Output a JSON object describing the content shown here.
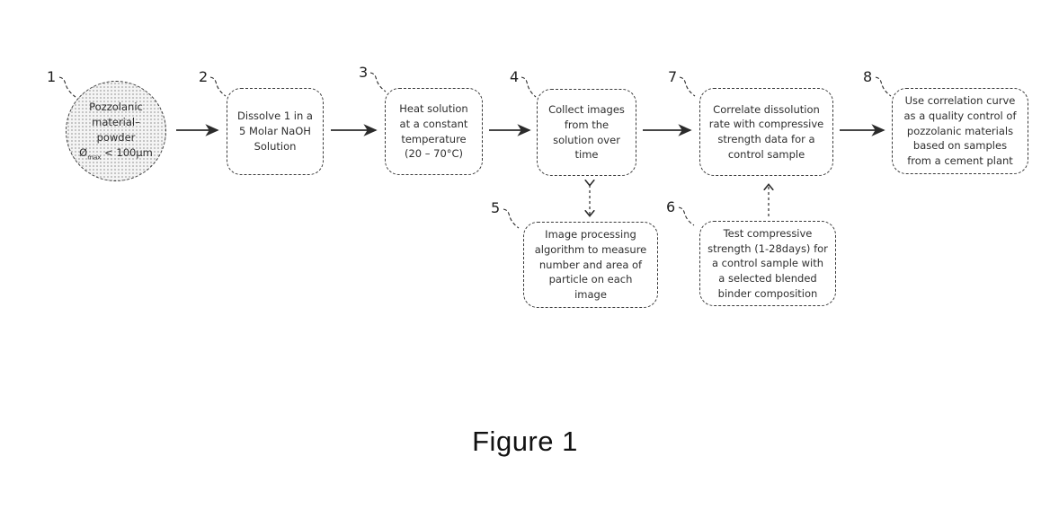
{
  "figure_caption": "Figure 1",
  "colors": {
    "stroke": "#3b3b3b",
    "text": "#2e2e2e"
  },
  "nodes": {
    "n1": {
      "num": "1",
      "line1": "Pozzolanic",
      "line2": "material–",
      "line3": "powder",
      "dia_symbol": "Ø",
      "dia_sub": "max",
      "dia_rest": " < 100µm"
    },
    "n2": {
      "num": "2",
      "text": "Dissolve 1 in a 5 Molar NaOH Solution"
    },
    "n3": {
      "num": "3",
      "text": "Heat solution at a constant temperature (20 – 70°C)"
    },
    "n4": {
      "num": "4",
      "text": "Collect images from the solution over time"
    },
    "n5": {
      "num": "5",
      "text": "Image processing algorithm to measure number and area of particle on each image"
    },
    "n6": {
      "num": "6",
      "text": "Test compressive strength (1-28days) for a control sample with a selected blended binder composition"
    },
    "n7": {
      "num": "7",
      "text": "Correlate dissolution rate with compressive strength data for a control sample"
    },
    "n8": {
      "num": "8",
      "text": "Use correlation curve as a quality control of pozzolanic materials based on samples from a cement plant"
    }
  }
}
